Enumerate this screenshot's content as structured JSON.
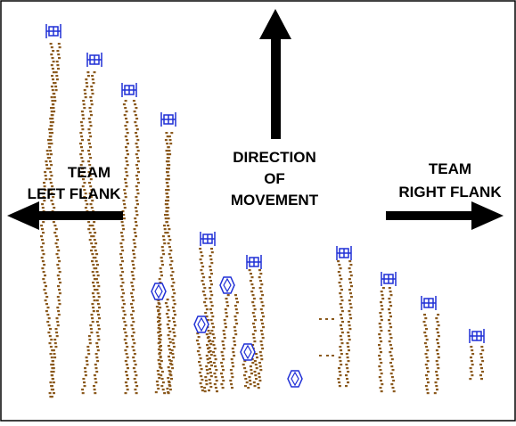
{
  "labels": {
    "left_flank": [
      "TEAM",
      "LEFT FLANK"
    ],
    "direction": [
      "DIRECTION",
      "OF",
      "MOVEMENT"
    ],
    "right_flank": [
      "TEAM",
      "RIGHT FLANK"
    ]
  },
  "colors": {
    "border": "#000000",
    "arrow": "#000000",
    "trail": "#8b5a1e",
    "soldier_icon": "#1f2fd6",
    "leader_icon": "#1f2fd6",
    "text": "#000000"
  },
  "icons": {
    "soldier": "rifleman-rectangle-icon",
    "leader": "team-leader-hexagon-icon"
  },
  "arrows": [
    "arrow-up",
    "arrow-left",
    "arrow-right"
  ]
}
